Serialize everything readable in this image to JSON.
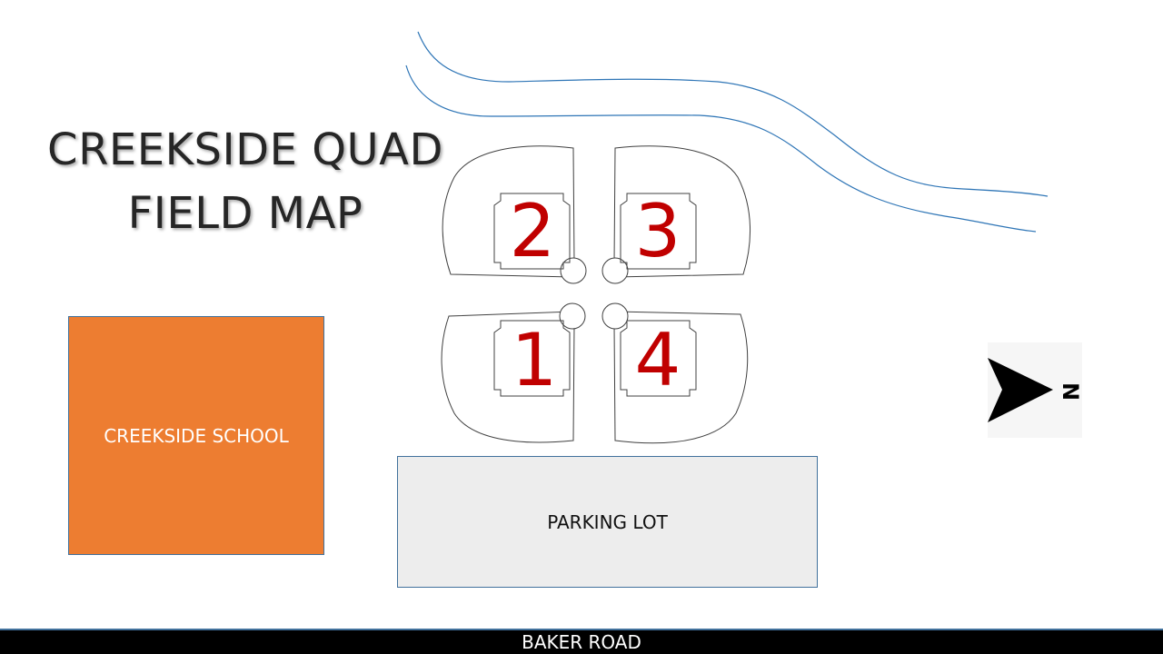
{
  "title": {
    "line1": "CREEKSIDE QUAD",
    "line2": "FIELD MAP"
  },
  "school": {
    "label": "CREEKSIDE SCHOOL",
    "color": "#ED7D31"
  },
  "parking": {
    "label": "PARKING LOT",
    "color": "#EDEDED"
  },
  "road": {
    "label": "BAKER ROAD"
  },
  "north": {
    "letter": "N",
    "icon": "north-arrow-icon"
  },
  "fields": [
    {
      "number": "1"
    },
    {
      "number": "2"
    },
    {
      "number": "3"
    },
    {
      "number": "4"
    }
  ],
  "colors": {
    "field_number": "#C00000",
    "creek": "#2E75B6",
    "outline": "#41719C"
  }
}
